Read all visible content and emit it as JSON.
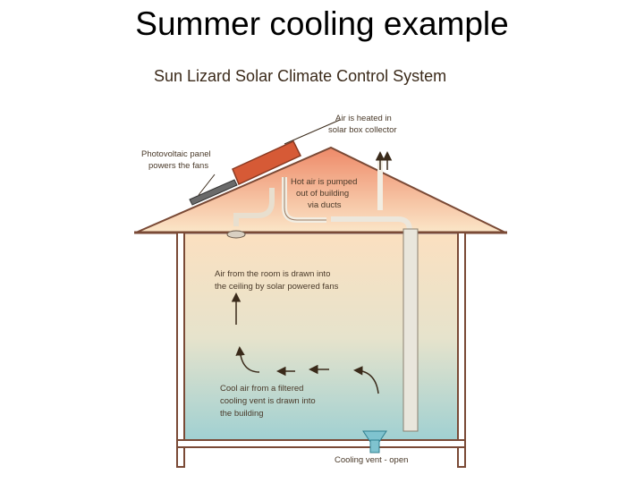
{
  "slide": {
    "title": "Summer cooling example"
  },
  "diagram": {
    "title": "Sun Lizard Solar Climate Control System",
    "labels": {
      "air_heated_1": "Air is heated in",
      "air_heated_2": "solar box collector",
      "pv_1": "Photovoltaic panel",
      "pv_2": "powers the fans",
      "hot_air_1": "Hot air is pumped",
      "hot_air_2": "out of building",
      "hot_air_3": "via ducts",
      "room_air_1": "Air from the room is drawn into",
      "room_air_2": "the ceiling by solar powered fans",
      "cool_air_1": "Cool air from a filtered",
      "cool_air_2": "cooling vent is drawn into",
      "cool_air_3": "the building",
      "vent": "Cooling vent - open"
    },
    "colors": {
      "roof_top": "#ee8a68",
      "roof_bottom": "#fbe6c8",
      "room_top": "#fbe0c0",
      "room_bottom": "#9fd0d2",
      "wall": "#7a4a36",
      "collector": "#d65a36",
      "duct": "#f2ede2"
    }
  }
}
